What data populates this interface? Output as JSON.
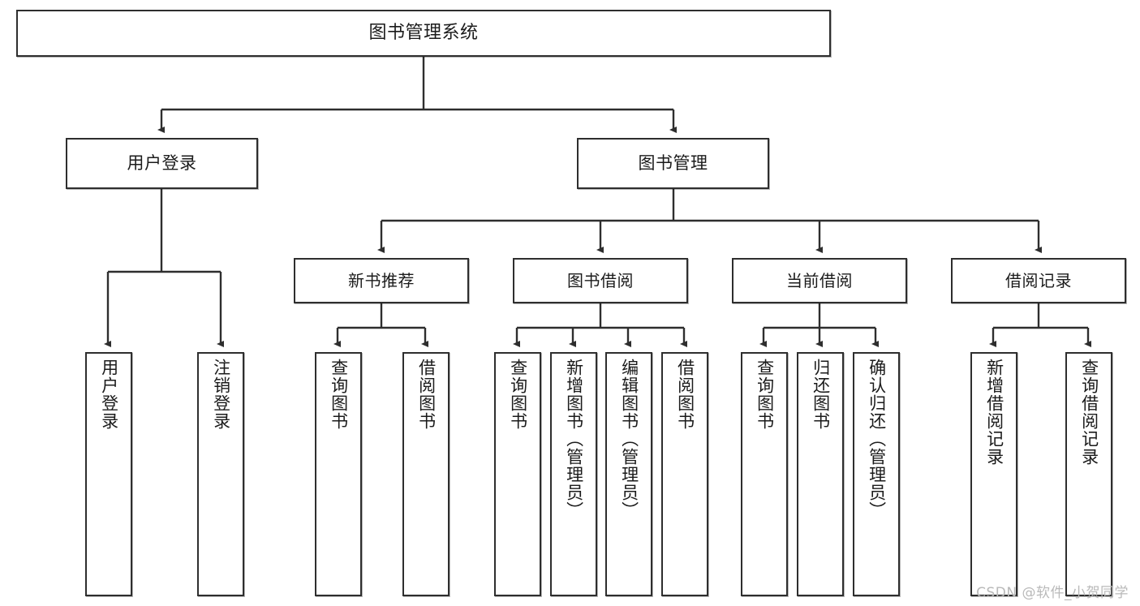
{
  "diagram": {
    "type": "tree-hierarchy",
    "title": "图书管理系统",
    "watermark": "CSDN @软件_小贺同学",
    "colors": {
      "background": "#ffffff",
      "node_fill": "#ffffff",
      "node_stroke": "#2e2e2e",
      "edge_stroke": "#2e2e2e",
      "text": "#1b1b1b",
      "watermark_text": "#b9b9b9"
    },
    "nodes": {
      "root": {
        "label": "图书管理系统"
      },
      "level2": [
        {
          "id": "user-login",
          "label": "用户登录"
        },
        {
          "id": "book-manage",
          "label": "图书管理"
        }
      ],
      "level3": [
        {
          "id": "new-book-recommend",
          "label": "新书推荐"
        },
        {
          "id": "book-borrow",
          "label": "图书借阅"
        },
        {
          "id": "current-borrow",
          "label": "当前借阅"
        },
        {
          "id": "borrow-record",
          "label": "借阅记录"
        }
      ],
      "leaves": {
        "user_login": [
          {
            "id": "leaf-user-login",
            "label": "用户登录"
          },
          {
            "id": "leaf-logout-login",
            "label": "注销登录"
          }
        ],
        "new_book_recommend": [
          {
            "id": "leaf-query-book-1",
            "label": "查询图书"
          },
          {
            "id": "leaf-borrow-book-1",
            "label": "借阅图书"
          }
        ],
        "book_borrow": [
          {
            "id": "leaf-query-book-2",
            "label": "查询图书"
          },
          {
            "id": "leaf-add-book",
            "label": "新增图书（管理员）"
          },
          {
            "id": "leaf-edit-book",
            "label": "编辑图书（管理员）"
          },
          {
            "id": "leaf-borrow-book-2",
            "label": "借阅图书"
          }
        ],
        "current_borrow": [
          {
            "id": "leaf-query-book-3",
            "label": "查询图书"
          },
          {
            "id": "leaf-return-book",
            "label": "归还图书"
          },
          {
            "id": "leaf-confirm-return",
            "label": "确认归还（管理员）"
          }
        ],
        "borrow_record": [
          {
            "id": "leaf-add-record",
            "label": "新增借阅记录"
          },
          {
            "id": "leaf-query-record",
            "label": "查询借阅记录"
          }
        ]
      }
    }
  }
}
